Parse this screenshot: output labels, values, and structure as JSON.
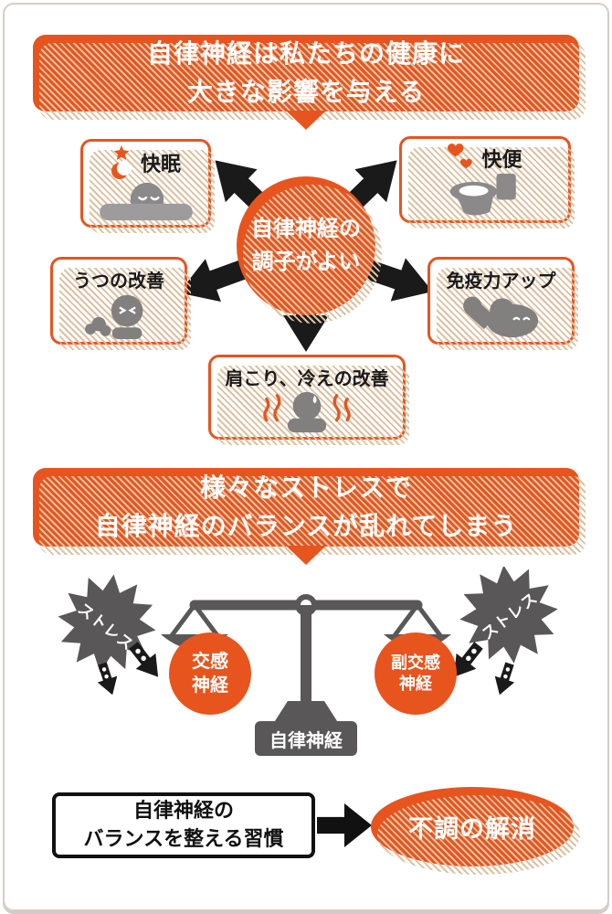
{
  "colors": {
    "accent": "#e8541e",
    "scale_gray": "#595757",
    "icon_gray": "#827f7f",
    "text": "#1a1a1a"
  },
  "icons": {
    "sleep": "crescent-moon-and-star",
    "bowel": "hearts-and-toilet",
    "depression": "sighing-person",
    "immunity": "flexed-arm-muscle",
    "stiffness": "shivering-person",
    "stress": "spiky-burst-with-arrows",
    "center": "balance-scale",
    "flow": "right-arrow"
  },
  "banner_top": {
    "line1": "自律神経は私たちの健康に",
    "line2": "大きな影響を与える"
  },
  "hub": {
    "line1": "自律神経の",
    "line2": "調子がよい"
  },
  "benefits": [
    {
      "id": "sleep",
      "label": "快眠",
      "icon": "crescent-moon-and-star"
    },
    {
      "id": "bowel",
      "label": "快便",
      "icon": "hearts-and-toilet"
    },
    {
      "id": "depression",
      "label": "うつの改善",
      "icon": "sighing-person"
    },
    {
      "id": "immunity",
      "label": "免疫力アップ",
      "icon": "flexed-arm-muscle"
    },
    {
      "id": "stiffness",
      "label": "肩こり、冷えの改善",
      "icon": "shivering-person"
    }
  ],
  "banner_stress": {
    "line1": "様々なストレスで",
    "line2": "自律神経のバランスが乱れてしまう"
  },
  "balance": {
    "stress_left": "ストレス",
    "stress_right": "ストレス",
    "left_pan": {
      "line1": "交感",
      "line2": "神経"
    },
    "right_pan": {
      "line1": "副交感",
      "line2": "神経"
    },
    "base_label": "自律神経"
  },
  "conclusion": {
    "habit_line1": "自律神経の",
    "habit_line2": "バランスを整える習慣",
    "result": "不調の解消"
  }
}
